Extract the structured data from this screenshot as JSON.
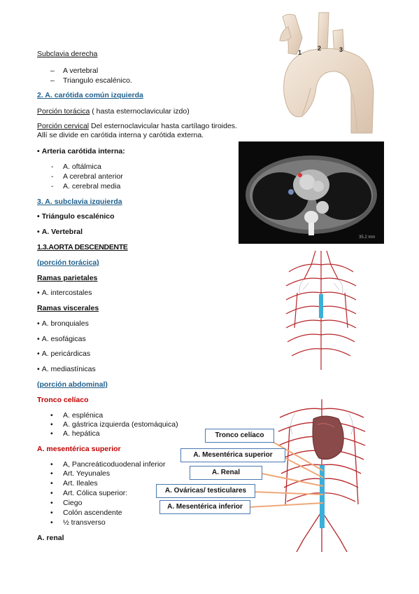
{
  "col1": {
    "subclavia_derecha": "Subclavia derecha",
    "sd_items": [
      "A vertebral",
      "Triangulo escalénico."
    ],
    "carotida_heading": "2. A. carótida común izquierda",
    "porcion_toracica_label": "Porción torácica",
    "porcion_toracica_text": " ( hasta esternoclavicular izdo)",
    "porcion_cervical_label": "Porción cervical",
    "porcion_cervical_text": " Del esternoclavicular hasta cartílago tiroides.",
    "porcion_cervical_text2": "Allí se divide en carótida interna y carótida externa.",
    "carotida_interna": "Arteria carótida interna:",
    "ci_items": [
      "A. oftálmica",
      "A cerebral anterior",
      "A. cerebral media"
    ],
    "subclavia_izq_heading": "3. A. subclavia izquierda",
    "triangulo": "Triángulo escalénico",
    "vertebral": "A. Vertebral",
    "aorta_desc": "1.3.AORTA DESCENDENTE",
    "porcion_toracica_sec": "(porción torácica)",
    "ramas_parietales": "Ramas parietales",
    "rp_items": [
      "A. intercostales"
    ],
    "ramas_viscerales": "Ramas viscerales",
    "rv_items": [
      "A. bronquiales",
      "A. esofágicas",
      "A. pericárdicas",
      "A. mediastínicas"
    ],
    "porcion_abdominal": "(porción abdominal)",
    "tronco_celiaco": "Tronco celíaco",
    "tc_items": [
      "A. esplénica",
      "A. gástrica izquierda (estomáquica)",
      "A. hepática"
    ],
    "mesenterica_sup": "A. mesentérica superior",
    "ms_items": [
      "A, Pancreáticoduodenal inferior",
      "Art. Yeyunales",
      "Art. Ileales",
      "Art. Cólica superior:",
      "Ciego",
      "Colón ascendente",
      "½ transverso"
    ],
    "renal": "A. renal"
  },
  "figures": {
    "aortic_arch_labels": [
      "1",
      "2",
      "3"
    ],
    "annotation_boxes": [
      "Tronco celíaco",
      "A. Mesentérica superior",
      "A. Renal",
      "A. Ováricas/ testiculares",
      "A. Mesentérica inferior"
    ]
  },
  "colors": {
    "heading_blue": "#1f5f8b",
    "heading_red": "#c00000",
    "box_border": "#4a78b0",
    "artery_red": "#b8262a",
    "aorta_cyan": "#3ab0d8"
  }
}
